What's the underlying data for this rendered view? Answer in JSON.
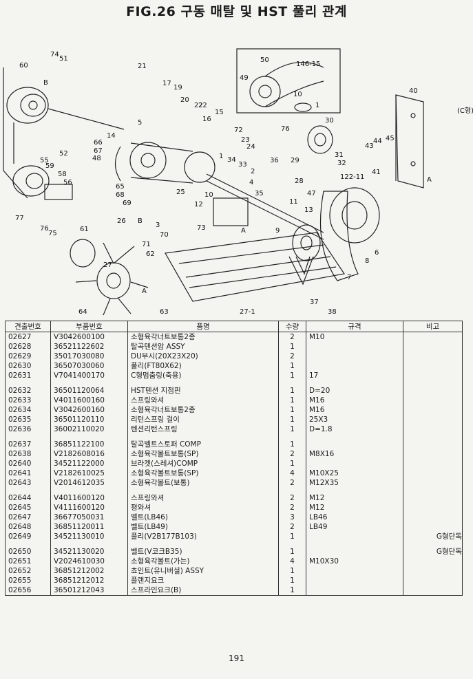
{
  "title": "FIG.26 구동 매탈 및 HST 풀리 관계",
  "diagram": {
    "callouts": [
      "60",
      "74",
      "51",
      "B",
      "21",
      "22",
      "17",
      "19",
      "20",
      "22",
      "16",
      "15",
      "14",
      "5",
      "66",
      "67",
      "48",
      "65",
      "68",
      "69",
      "25",
      "23",
      "24",
      "72",
      "34",
      "33",
      "36",
      "2",
      "4",
      "35",
      "1",
      "10",
      "12",
      "11",
      "13",
      "9",
      "47",
      "122-11",
      "40",
      "41",
      "43",
      "44",
      "45",
      "30",
      "29",
      "28",
      "31",
      "32",
      "76",
      "50",
      "49",
      "146-15",
      "10",
      "1",
      "55",
      "59",
      "58",
      "56",
      "52",
      "77",
      "76",
      "75",
      "61",
      "62",
      "27",
      "70",
      "71",
      "26",
      "3",
      "73",
      "64",
      "63",
      "37",
      "38",
      "27-1",
      "6",
      "7",
      "8",
      "A",
      "A",
      "A",
      "B",
      "(C형)"
    ]
  },
  "table": {
    "headers": [
      "견출번호",
      "부품번호",
      "품명",
      "수량",
      "규격",
      "비고"
    ],
    "groups": [
      [
        {
          "ref": "02627",
          "part": "V3042600100",
          "name": "소형육각너트보통2종",
          "qty": "2",
          "spec": "M10",
          "note": ""
        },
        {
          "ref": "02628",
          "part": "36521122602",
          "name": "탈곡텐션암 ASSY",
          "qty": "1",
          "spec": "",
          "note": ""
        },
        {
          "ref": "02629",
          "part": "35017030080",
          "name": "DU부시(20X23X20)",
          "qty": "2",
          "spec": "",
          "note": ""
        },
        {
          "ref": "02630",
          "part": "36507030060",
          "name": "풀리(FT80X62)",
          "qty": "1",
          "spec": "",
          "note": ""
        },
        {
          "ref": "02631",
          "part": "V7041400170",
          "name": "C형멈춤링(축용)",
          "qty": "1",
          "spec": "17",
          "note": ""
        }
      ],
      [
        {
          "ref": "02632",
          "part": "36501120064",
          "name": "HST텐션 지점핀",
          "qty": "1",
          "spec": "D=20",
          "note": ""
        },
        {
          "ref": "02633",
          "part": "V4011600160",
          "name": "스프링와셔",
          "qty": "1",
          "spec": "M16",
          "note": ""
        },
        {
          "ref": "02634",
          "part": "V3042600160",
          "name": "소형육각너트보통2종",
          "qty": "1",
          "spec": "M16",
          "note": ""
        },
        {
          "ref": "02635",
          "part": "36501120110",
          "name": "리턴스프링 걸이",
          "qty": "1",
          "spec": "25X3",
          "note": ""
        },
        {
          "ref": "02636",
          "part": "36002110020",
          "name": "텐션리턴스프링",
          "qty": "1",
          "spec": "D=1.8",
          "note": ""
        }
      ],
      [
        {
          "ref": "02637",
          "part": "36851122100",
          "name": "탈곡벨트스토퍼 COMP",
          "qty": "1",
          "spec": "",
          "note": ""
        },
        {
          "ref": "02638",
          "part": "V2182608016",
          "name": "소형육각볼트보통(SP)",
          "qty": "2",
          "spec": "M8X16",
          "note": ""
        },
        {
          "ref": "02640",
          "part": "34521122000",
          "name": "브라켓(스레셔)COMP",
          "qty": "1",
          "spec": "",
          "note": ""
        },
        {
          "ref": "02641",
          "part": "V2182610025",
          "name": "소형육각볼트보통(SP)",
          "qty": "4",
          "spec": "M10X25",
          "note": ""
        },
        {
          "ref": "02643",
          "part": "V2014612035",
          "name": "소형육각볼트(보통)",
          "qty": "2",
          "spec": "M12X35",
          "note": ""
        }
      ],
      [
        {
          "ref": "02644",
          "part": "V4011600120",
          "name": "스프링와셔",
          "qty": "2",
          "spec": "M12",
          "note": ""
        },
        {
          "ref": "02645",
          "part": "V4111600120",
          "name": "평와셔",
          "qty": "2",
          "spec": "M12",
          "note": ""
        },
        {
          "ref": "02647",
          "part": "36677050031",
          "name": "벨트(LB46)",
          "qty": "3",
          "spec": "LB46",
          "note": ""
        },
        {
          "ref": "02648",
          "part": "36851120011",
          "name": "벨트(LB49)",
          "qty": "2",
          "spec": "LB49",
          "note": ""
        },
        {
          "ref": "02649",
          "part": "34521130010",
          "name": "풀리(V2B177B103)",
          "qty": "1",
          "spec": "",
          "note": "G형단독"
        }
      ],
      [
        {
          "ref": "02650",
          "part": "34521130020",
          "name": "벨트(V코크B35)",
          "qty": "1",
          "spec": "",
          "note": "G형단독"
        },
        {
          "ref": "02651",
          "part": "V2024610030",
          "name": "소형육각볼트(가는)",
          "qty": "4",
          "spec": "M10X30",
          "note": ""
        },
        {
          "ref": "02652",
          "part": "36851212002",
          "name": "쵸인트(유니버셜) ASSY",
          "qty": "1",
          "spec": "",
          "note": ""
        },
        {
          "ref": "02655",
          "part": "36851212012",
          "name": "플랜지요크",
          "qty": "1",
          "spec": "",
          "note": ""
        },
        {
          "ref": "02656",
          "part": "36501212043",
          "name": "스프라인요크(B)",
          "qty": "1",
          "spec": "",
          "note": ""
        }
      ]
    ]
  },
  "page_number": "191"
}
